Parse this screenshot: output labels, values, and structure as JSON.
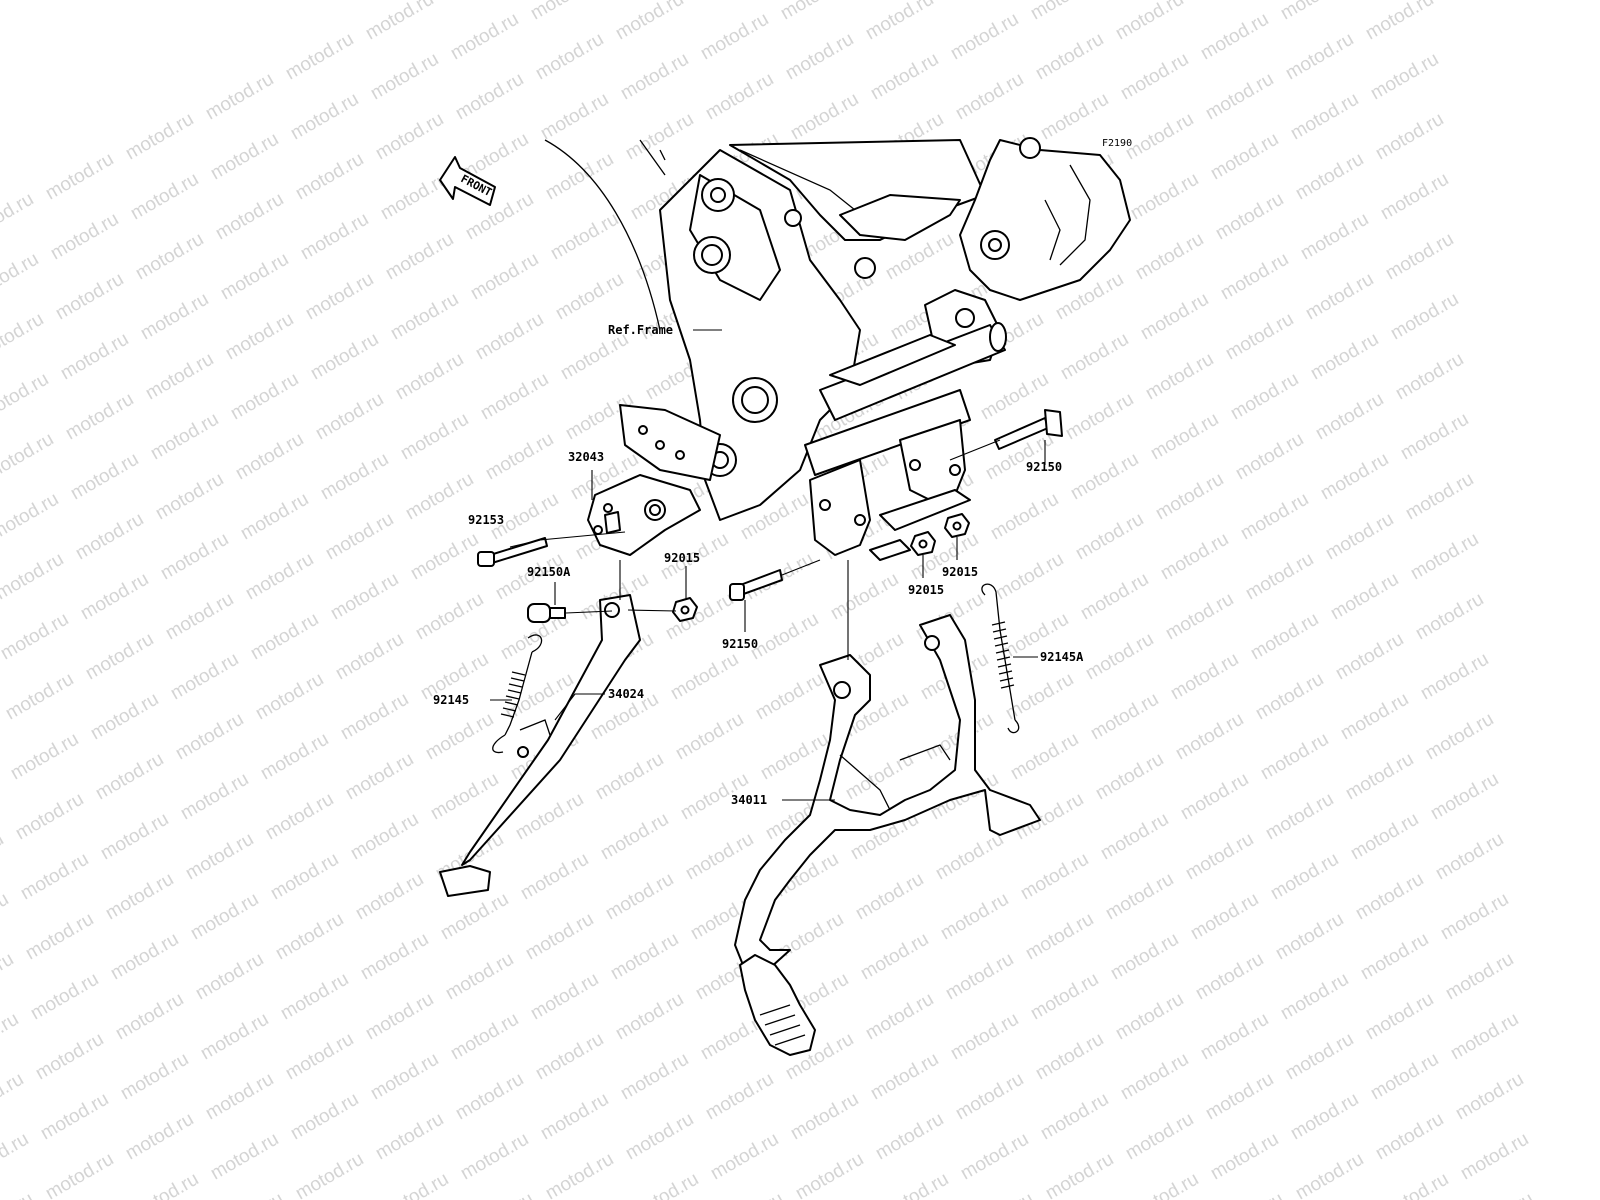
{
  "watermark": "motod.ru",
  "diagram_code": "F2190",
  "front_label": "FRONT",
  "callouts": {
    "ref_frame": "Ref.Frame",
    "p32043": "32043",
    "p92153": "92153",
    "p92150A": "92150A",
    "p92015_left": "92015",
    "p92150_right": "92150",
    "p92150_mid": "92150",
    "p92015_mid": "92015",
    "p92015_right": "92015",
    "p92145A": "92145A",
    "p92145": "92145",
    "p34024": "34024",
    "p34011": "34011"
  }
}
